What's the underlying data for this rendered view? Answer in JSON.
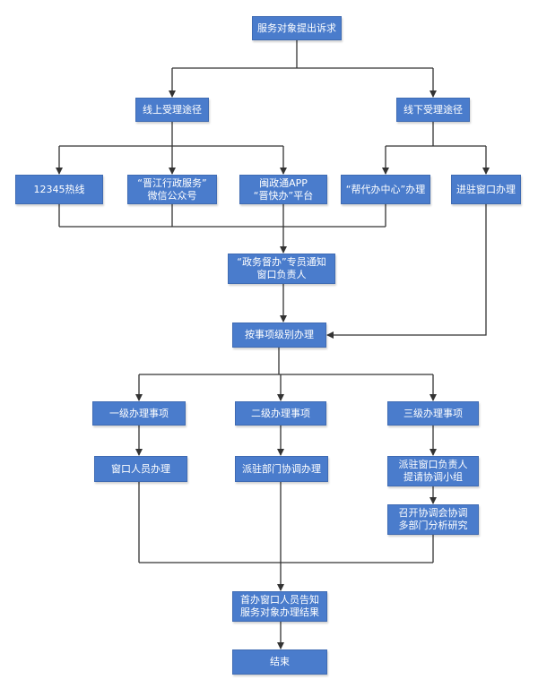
{
  "colors": {
    "box_fill": "#4a7ccc",
    "box_text": "#ffffff",
    "connector": "#333333",
    "background": "#ffffff"
  },
  "nodes": {
    "start": "服务对象提出诉求",
    "online": "线上受理途径",
    "offline": "线下受理途径",
    "hotline": "12345热线",
    "wechat": "“晋江行政服务”\n微信公众号",
    "app": "闽政通APP\n“晋快办”平台",
    "helpcenter": "“帮代办中心”办理",
    "window_in": "进驻窗口办理",
    "notify": "“政务督办”专员通知\n窗口负责人",
    "classify": "按事项级别办理",
    "level1": "一级办理事项",
    "level2": "二级办理事项",
    "level3": "三级办理事项",
    "staff": "窗口人员办理",
    "dept": "派驻部门协调办理",
    "group": "派驻窗口负责人\n提请协调小组",
    "meeting": "召开协调会协调\n多部门分析研究",
    "inform": "首办窗口人员告知\n服务对象办理结果",
    "end": "结束"
  }
}
